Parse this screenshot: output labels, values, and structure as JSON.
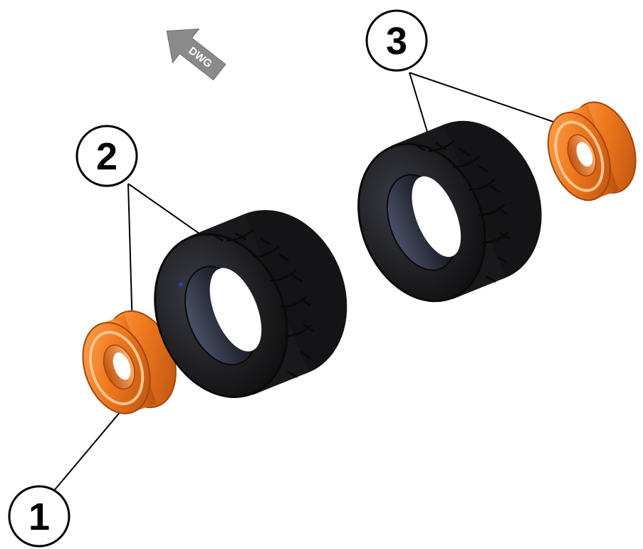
{
  "direction_arrow": {
    "label": "DWG",
    "color": "#8a8a8a"
  },
  "callouts": [
    {
      "number": "1",
      "part": "rim"
    },
    {
      "number": "2",
      "part": "tire"
    },
    {
      "number": "3",
      "part": "tire-and-rim"
    }
  ],
  "colors": {
    "rim": "#f07a1e",
    "rim_shadow": "#c25410",
    "tire": "#1b1b1d",
    "tire_highlight": "#3a3c46",
    "leader": "#000000"
  }
}
